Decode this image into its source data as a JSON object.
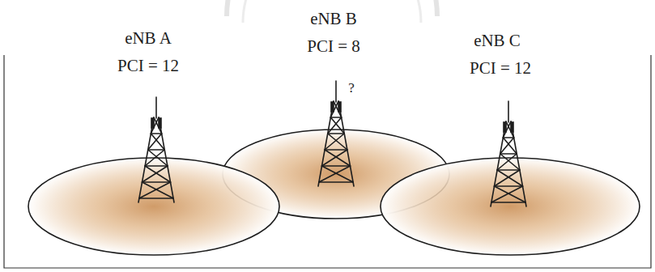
{
  "diagram": {
    "labels": [
      "eNB A",
      "PCI = 12",
      "eNB B",
      "PCI = 8",
      "?",
      "eNB C",
      "PCI = 12"
    ]
  }
}
